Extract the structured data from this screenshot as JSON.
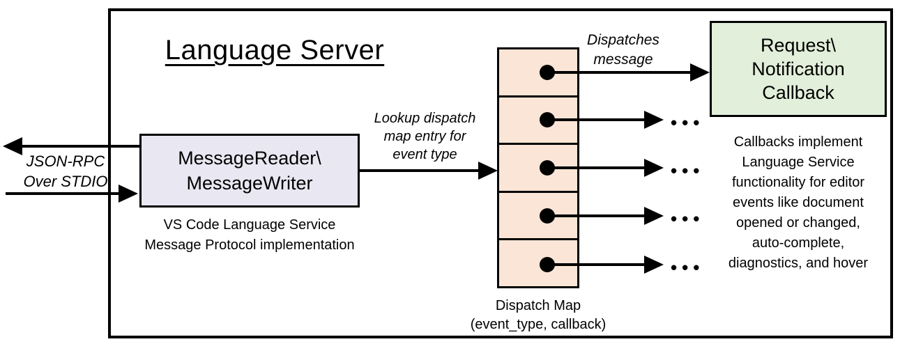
{
  "title": "Language Server",
  "stdio": {
    "line1": "JSON-RPC",
    "line2": "Over STDIO"
  },
  "message_box": {
    "line1": "MessageReader\\",
    "line2": "MessageWriter",
    "caption1": "VS Code Language Service",
    "caption2": "Message Protocol implementation"
  },
  "lookup_label": {
    "line1": "Lookup dispatch",
    "line2": "map entry for",
    "line3": "event type"
  },
  "dispatch_map": {
    "caption1": "Dispatch Map",
    "caption2": "(event_type, callback)"
  },
  "dispatches_label": {
    "line1": "Dispatches",
    "line2": "message"
  },
  "callback_box": {
    "line1": "Request\\",
    "line2": "Notification",
    "line3": "Callback"
  },
  "callbacks_note": {
    "lines": [
      "Callbacks implement",
      "Language Service",
      "functionality for editor",
      "events like document",
      "opened or changed,",
      "auto-complete,",
      "diagnostics, and hover"
    ]
  },
  "ellipsis": "•••",
  "colors": {
    "message_box_fill": "#E9E7F1",
    "callback_box_fill": "#E2EFDA",
    "dispatch_cell_fill": "#FBE5D6",
    "line": "#000000"
  }
}
